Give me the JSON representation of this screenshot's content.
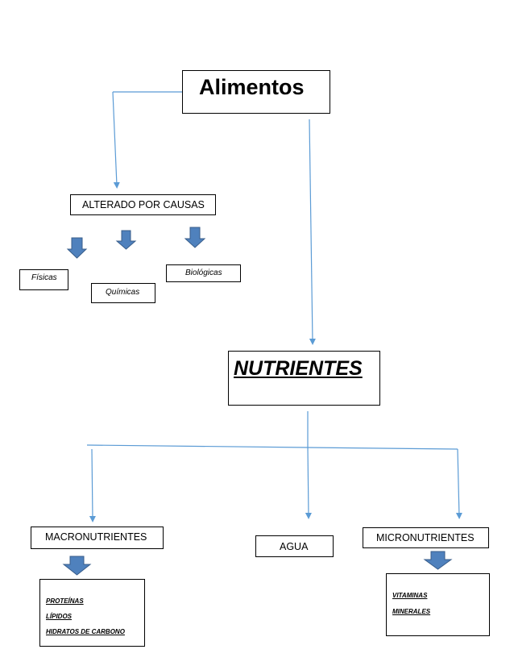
{
  "root": {
    "label": "Alimentos"
  },
  "alteration": {
    "label": "ALTERADO POR CAUSAS",
    "causes": [
      "Físicas",
      "Químicas",
      "Biológicas"
    ]
  },
  "nutrients": {
    "label": "NUTRIENTES",
    "categories": [
      "MACRONUTRIENTES",
      "AGUA",
      "MICRONUTRIENTES"
    ],
    "macro_items": [
      "PROTEÍNAS",
      "LÍPIDOS",
      "HIDRATOS DE CARBONO"
    ],
    "micro_items": [
      "VITAMINAS",
      "MINERALES"
    ]
  },
  "colors": {
    "connector": "#5b9bd5",
    "block_arrow_fill": "#4f81bd",
    "block_arrow_stroke": "#385d8a",
    "box_border": "#000000"
  }
}
